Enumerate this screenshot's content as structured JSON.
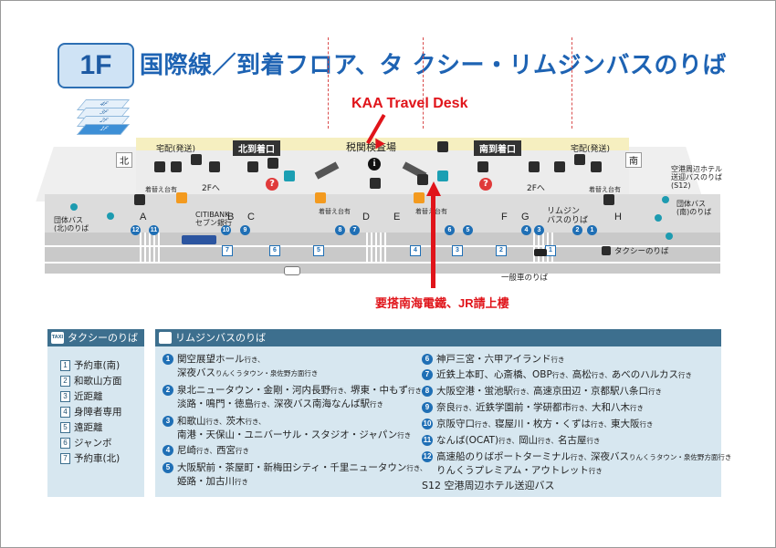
{
  "header": {
    "floor": "1F",
    "title": "国際線／到着フロア、タ クシー・リムジンバスのりば",
    "floors": [
      "4F",
      "3F",
      "2F",
      "1F"
    ]
  },
  "annotations": {
    "travel_desk": "KAA Travel Desk",
    "nankai_jr": "要搭南海電鐵、JR請上樓"
  },
  "map": {
    "north_arrival": "北到着口",
    "south_arrival": "南到着口",
    "customs": "税関検査場",
    "delivery_left": "宅配(発送)",
    "delivery_right": "宅配(発送)",
    "north": "北",
    "south": "南",
    "to_2f_left": "2Fへ",
    "to_2f_right": "2Fへ",
    "citibank": "CITIBANK\nセブン銀行",
    "limo_label": "リムジン\nバスのりば",
    "hotel_shuttle": "空港周辺ホテル\n送迎バスのりば\n(S12)",
    "group_bus_south": "団体バス\n(南)のりば",
    "group_bus_north": "団体バス\n(北)のりば",
    "taxi_label": "タクシーのりば",
    "general_car": "一般車のりば",
    "stop_letters": [
      "A",
      "B",
      "C",
      "D",
      "E",
      "F",
      "G",
      "H"
    ],
    "waiting_label": "着替え台有"
  },
  "taxi_panel": {
    "title": "タクシーのりば",
    "icon": "TAXI",
    "items": [
      {
        "num": "1",
        "label": "予約車(南)"
      },
      {
        "num": "2",
        "label": "和歌山方面"
      },
      {
        "num": "3",
        "label": "近距離"
      },
      {
        "num": "4",
        "label": "身障者専用"
      },
      {
        "num": "5",
        "label": "遠距離"
      },
      {
        "num": "6",
        "label": "ジャンボ"
      },
      {
        "num": "7",
        "label": "予約車(北)"
      }
    ]
  },
  "limo_panel": {
    "title": "リムジンバスのりば",
    "left": [
      {
        "num": "1",
        "line1": "関空展望ホール",
        "line1_sm": "行き、",
        "line2": "深夜バス",
        "line2_sm": "りんくうタウン・泉佐野方面行き"
      },
      {
        "num": "2",
        "line1": "泉北ニュータウン・金剛・河内長野",
        "line1_sm": "行き、",
        "line1b": "堺東・中もず",
        "line1b_sm": "行き、",
        "line2": "淡路・鳴門・徳島",
        "line2_sm": "行き、",
        "line2b": "深夜バス南海なんば駅",
        "line2b_sm": "行き"
      },
      {
        "num": "3",
        "line1": "和歌山",
        "line1_sm": "行き、",
        "line1b": "茨木",
        "line1b_sm": "行き、",
        "line2": "南港・天保山・ユニバーサル・スタジオ・ジャパン",
        "line2_sm": "行き"
      },
      {
        "num": "4",
        "line1": "尼崎",
        "line1_sm": "行き、",
        "line1b": "西宮",
        "line1b_sm": "行き"
      },
      {
        "num": "5",
        "line1": "大阪駅前・茶屋町・新梅田シティ・千里ニュータウン",
        "line1_sm": "行き、",
        "line2": "姫路・加古川",
        "line2_sm": "行き"
      }
    ],
    "right": [
      {
        "num": "6",
        "line1": "神戸三宮・六甲アイランド",
        "line1_sm": "行き"
      },
      {
        "num": "7",
        "line1": "近鉄上本町、心斎橋、OBP",
        "line1_sm": "行き、",
        "line1b": "高松",
        "line1b_sm": "行き、",
        "line1c": "あべのハルカス",
        "line1c_sm": "行き"
      },
      {
        "num": "8",
        "line1": "大阪空港・蛍池駅",
        "line1_sm": "行き、",
        "line1b": "高速京田辺・京都駅八条口",
        "line1b_sm": "行き"
      },
      {
        "num": "9",
        "line1": "奈良",
        "line1_sm": "行き、",
        "line1b": "近鉄学園前・学研都市",
        "line1b_sm": "行き、",
        "line1c": "大和八木",
        "line1c_sm": "行き"
      },
      {
        "num": "10",
        "line1": "京阪守口",
        "line1_sm": "行き、",
        "line1b": "寝屋川・枚方・くずは",
        "line1b_sm": "行き、",
        "line1c": "東大阪",
        "line1c_sm": "行き"
      },
      {
        "num": "11",
        "line1": "なんば(OCAT)",
        "line1_sm": "行き、",
        "line1b": "岡山",
        "line1b_sm": "行き、",
        "line1c": "名古屋",
        "line1c_sm": "行き"
      },
      {
        "num": "12",
        "line1": "高速船のりばポートターミナル",
        "line1_sm": "行き、",
        "line1b": "深夜バス",
        "line1b_sm": "りんくうタウン・泉佐野方面行き",
        "line2": "りんくうプレミアム・アウトレット",
        "line2_sm": "行き"
      }
    ],
    "s12": "S12 空港周辺ホテル送迎バス"
  }
}
